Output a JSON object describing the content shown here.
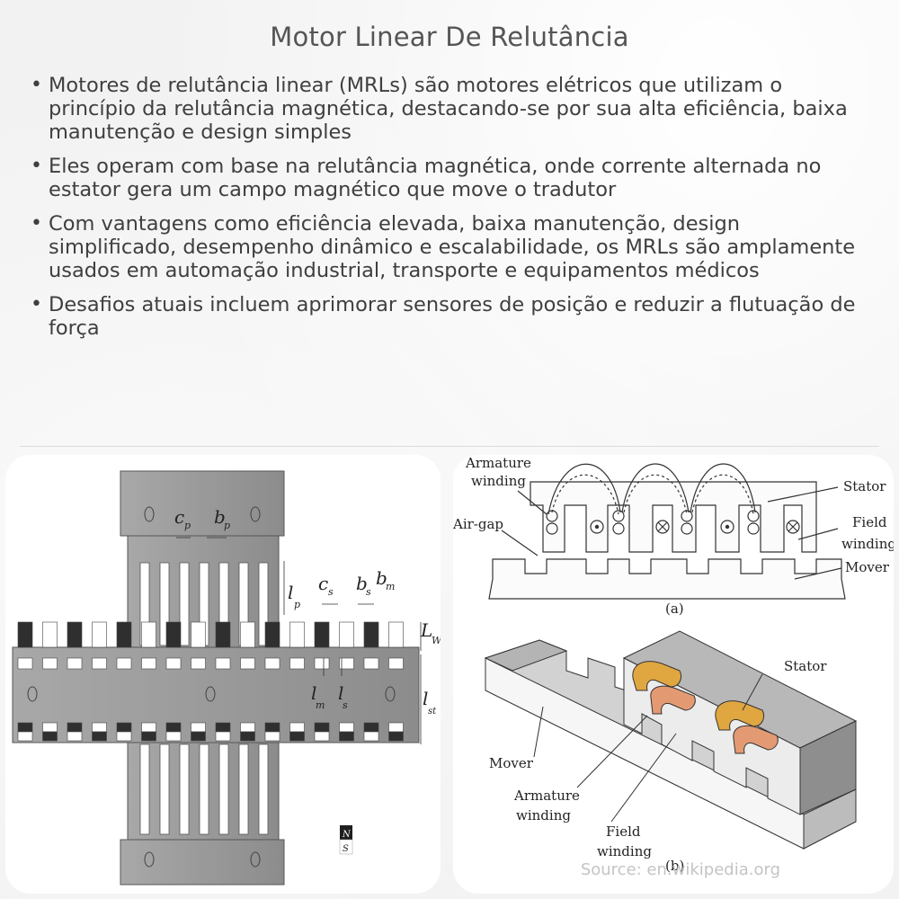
{
  "title": "Motor Linear De Relutância",
  "bullets": [
    "Motores de relutância linear (MRLs) são motores elétricos que utilizam o princípio da relutância magnética, destacando-se por sua alta eficiência, baixa manutenção e design simples",
    "Eles operam com base na relutância magnética, onde corrente alternada no estator gera um campo magnético que move o tradutor",
    "Com vantagens como eficiência elevada, baixa manutenção, design simplificado, desempenho dinâmico e escalabilidade, os MRLs são amplamente usados em automação industrial, transporte e equipamentos médicos",
    "Desafios atuais incluem aprimorar sensores de posição e reduzir a flutuação de força"
  ],
  "left_figure": {
    "labels": {
      "cp": "c",
      "cp_sub": "p",
      "bp": "b",
      "bp_sub": "p",
      "lp": "l",
      "lp_sub": "p",
      "cs": "c",
      "cs_sub": "s",
      "bs": "b",
      "bs_sub": "s",
      "bm": "b",
      "bm_sub": "m",
      "lw": "L",
      "lw_sub": "W",
      "lm": "l",
      "lm_sub": "m",
      "ls": "l",
      "ls_sub": "s",
      "lst": "l",
      "lst_sub": "st",
      "north": "N",
      "south": "S"
    }
  },
  "right_figure": {
    "a": {
      "armature_winding_1": "Armature",
      "armature_winding_2": "winding",
      "air_gap": "Air-gap",
      "stator": "Stator",
      "field_winding_1": "Field",
      "field_winding_2": "winding",
      "mover": "Mover",
      "caption": "(a)"
    },
    "b": {
      "stator": "Stator",
      "mover": "Mover",
      "armature_winding_1": "Armature",
      "armature_winding_2": "winding",
      "field_winding_1": "Field",
      "field_winding_2": "winding",
      "caption": "(b)"
    }
  },
  "source": "Source: en.wikipedia.org",
  "colors": {
    "background": "#f2f2f2",
    "title": "#555555",
    "text": "#3f3f3f",
    "steel_gray": "#9a9a9a",
    "magnet_dark": "#2f2f2f",
    "armature_gold": "#e0a640",
    "field_copper": "#e39a72"
  }
}
